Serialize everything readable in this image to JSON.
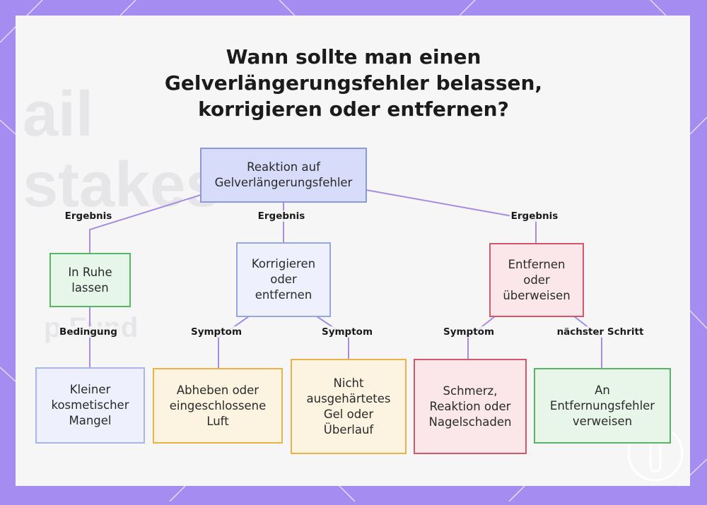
{
  "title": [
    "Wann sollte man einen",
    "Gelverlängerungsfehler belassen,",
    "korrigieren oder entfernen?"
  ],
  "colors": {
    "frame": "#a58cf0",
    "line": "#a68de0"
  },
  "nodes": {
    "root": "Reaktion auf\nGelverlängerungsfehler",
    "leave": "In Ruhe\nlassen",
    "correct": "Korrigieren\noder\nentfernen",
    "remove": "Entfernen\noder\nüberweisen",
    "cosmetic": "Kleiner\nkosmetischer\nMangel",
    "lifting": "Abheben oder\neingeschlossene\nLuft",
    "uncured": "Nicht\nausgehärtetes\nGel oder\nÜberlauf",
    "pain": "Schmerz,\nReaktion oder\nNagelschaden",
    "refer": "An\nEntfernungsfehler\nverweisen"
  },
  "edges": {
    "root_leave": "Ergebnis",
    "root_correct": "Ergebnis",
    "root_remove": "Ergebnis",
    "leave_cosmetic": "Bedingung",
    "correct_lifting": "Symptom",
    "correct_uncured": "Symptom",
    "remove_pain": "Symptom",
    "remove_refer": "nächster Schritt"
  }
}
